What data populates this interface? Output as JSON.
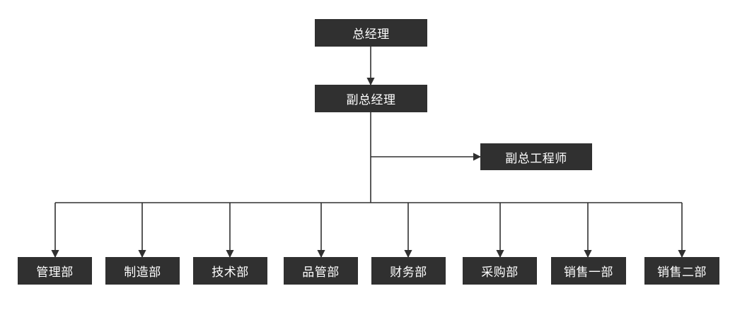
{
  "org_chart": {
    "top": "总经理",
    "deputy": "副总经理",
    "deputy_engineer": "副总工程师",
    "departments": [
      "管理部",
      "制造部",
      "技术部",
      "品管部",
      "财务部",
      "采购部",
      "销售一部",
      "销售二部"
    ]
  },
  "colors": {
    "node_fill": "#303030",
    "node_text": "#ffffff",
    "connector": "#303030"
  }
}
